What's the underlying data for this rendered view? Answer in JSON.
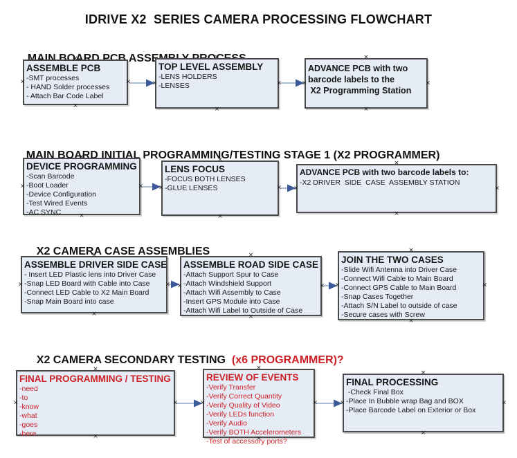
{
  "title": "IDRIVE X2  SERIES CAMERA PROCESSING FLOWCHART",
  "icons": {
    "connection_point": "×"
  },
  "colors": {
    "box_fill": "#e6ecf6",
    "box_border": "#4a4a4a",
    "arrow_line": "#8fa9cc",
    "arrow_head": "#3c5a9a",
    "red_text": "#cc2127",
    "text_color": "#161616"
  },
  "sections": [
    {
      "heading": "MAIN BOARD PCB ASSEMBLY PROCESS",
      "heading_red": "",
      "boxes": [
        {
          "title": "ASSEMBLE PCB",
          "items": [
            "-SMT processes",
            "- HAND Solder processes",
            "- Attach Bar Code Label"
          ]
        },
        {
          "title": "TOP LEVEL ASSEMBLY",
          "items": [
            "-LENS HOLDERS",
            "-LENSES"
          ]
        },
        {
          "title": "ADVANCE PCB with two\nbarcode labels to the\n X2 Programming Station",
          "items": []
        }
      ]
    },
    {
      "heading": "MAIN BOARD INITIAL PROGRAMMING/TESTING STAGE 1 (X2 PROGRAMMER)",
      "heading_red": "",
      "boxes": [
        {
          "title": "DEVICE PROGRAMMING",
          "items": [
            "-Scan Barcode",
            "-Boot Loader",
            "-Device Configuration",
            "-Test Wired Events",
            "-AC SYNC"
          ]
        },
        {
          "title": "LENS FOCUS",
          "items": [
            "-FOCUS BOTH LENSES",
            "-GLUE LENSES"
          ]
        },
        {
          "title": "ADVANCE PCB with two barcode labels to:",
          "items": [
            "-X2 DRIVER  SIDE  CASE  ASSEMBLY STATION"
          ]
        }
      ]
    },
    {
      "heading": "X2 CAMERA CASE ASSEMBLIES",
      "heading_red": "",
      "boxes": [
        {
          "title": "ASSEMBLE DRIVER SIDE CASE",
          "items": [
            "- Insert LED Plastic lens into Driver Case",
            "-Snap LED Board with Cable into Case",
            "-Connect LED Cable to X2 Main Board",
            "-Snap Main Board into case"
          ]
        },
        {
          "title": "ASSEMBLE ROAD SIDE CASE",
          "items": [
            "-Attach Support Spur to Case",
            "-Attach Windshield Support",
            "-Attach Wifi Assembly to Case",
            "-Insert GPS Module into Case",
            "-Attach Wifi Label to Outside of Case"
          ]
        },
        {
          "title": "JOIN THE TWO CASES",
          "items": [
            "-Slide Wifi Antenna into Driver Case",
            "-Connect Wifi Cable to Main Board",
            "-Connect GPS Cable to Main Board",
            "-Snap Cases Together",
            "-Attach S/N Label to outside of case",
            "-Secure cases with Screw"
          ]
        }
      ]
    },
    {
      "heading": "X2 CAMERA SECONDARY TESTING  ",
      "heading_red": "(x6 PROGRAMMER)?",
      "boxes": [
        {
          "title": "FINAL PROGRAMMING / TESTING",
          "items": [
            "-need",
            "-to",
            "-know",
            "-what",
            "-goes",
            "-here"
          ]
        },
        {
          "title": "REVIEW OF EVENTS",
          "items": [
            "-Verify Transfer",
            "-Verify Correct Quantity",
            "-Verify Quality of Video",
            "-Verify LEDs function",
            "-Verify Audio",
            "-Verify BOTH Accelerometers",
            "-Test of accessory ports?"
          ]
        },
        {
          "title": "FINAL PROCESSING",
          "items": [
            " -Check Final Box",
            "-Place In Bubble wrap Bag and BOX",
            "-Place Barcode Label on Exterior or Box"
          ]
        }
      ]
    }
  ]
}
